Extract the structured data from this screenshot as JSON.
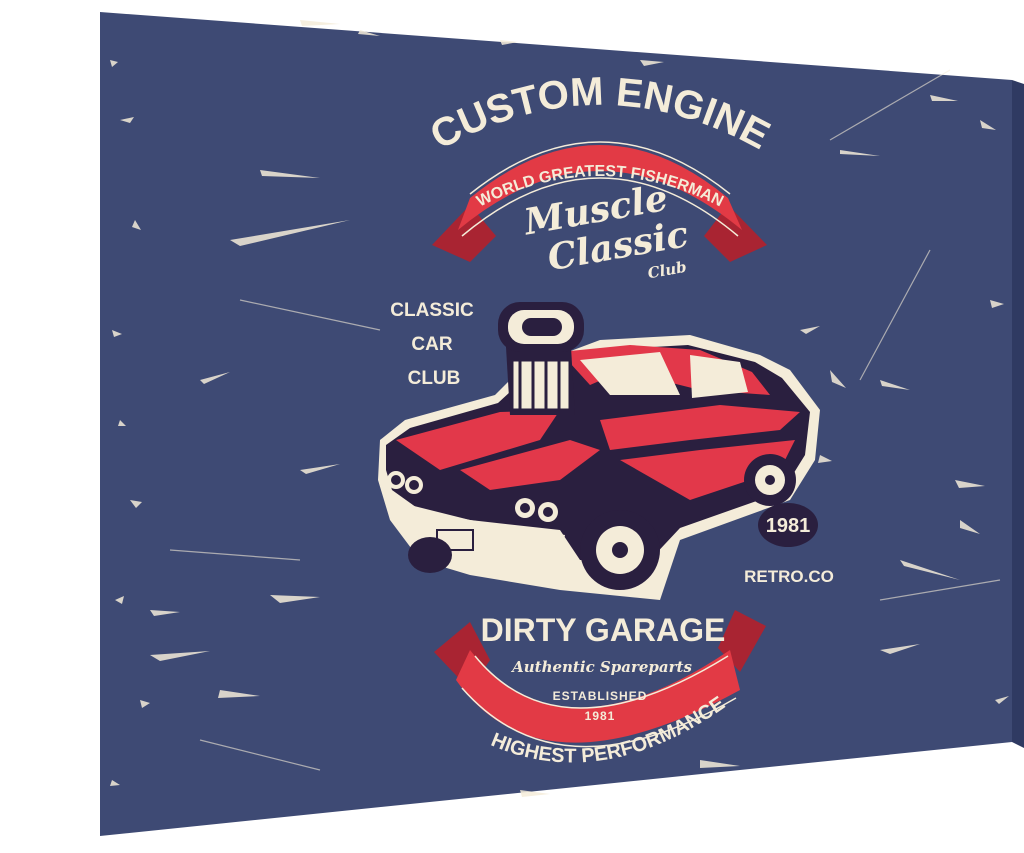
{
  "poster": {
    "title": "CUSTOM ENGINE",
    "top_banner": "WORLD GREATEST FISHERMAN",
    "script_line1": "Muscle",
    "script_line2": "Classic",
    "script_line3": "Club",
    "left_badge": {
      "line1": "CLASSIC",
      "line2": "CAR",
      "line3": "CLUB"
    },
    "year_badge": "1981",
    "retro": "RETRO.CO",
    "garage": "DIRTY GARAGE",
    "spareparts": "Authentic Spareparts",
    "established": "ESTABLISHED",
    "established_year": "1981",
    "bottom_banner": "HIGHEST PERFORMANCE"
  },
  "colors": {
    "canvas_blue": "#3e4a74",
    "canvas_side": "#2f3a62",
    "cream": "#f4ecd9",
    "ribbon_red": "#e23a45",
    "ribbon_dark": "#a92432",
    "car_dark": "#2a1f3f",
    "car_red": "#e2384a"
  },
  "icons": [
    "classic-muscle-car-icon",
    "supercharger-scoop-icon"
  ]
}
